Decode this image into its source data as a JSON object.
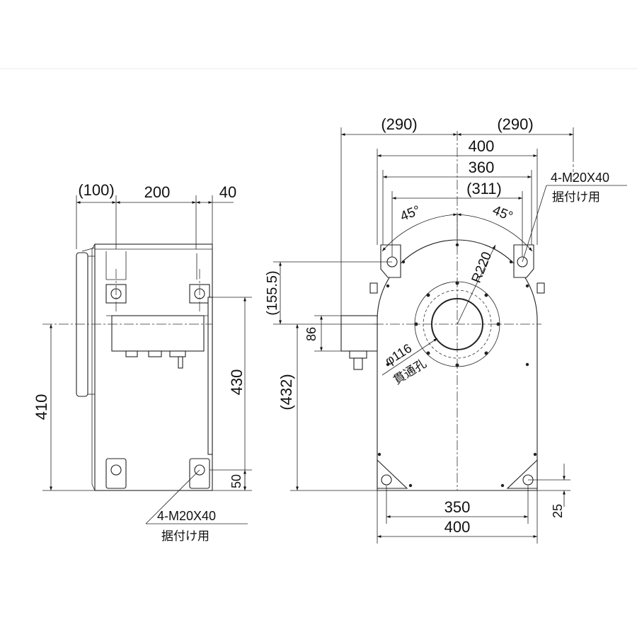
{
  "side_view": {
    "dims": {
      "top_ref": "(100)",
      "top_200": "200",
      "top_40": "40",
      "height_410": "410",
      "height_430": "430",
      "bottom_50": "50"
    },
    "callout": {
      "bolt": "4-M20X40",
      "purpose": "据付け用"
    }
  },
  "front_view": {
    "dims": {
      "top_left_290": "(290)",
      "top_right_290": "(290)",
      "width_400_top": "400",
      "width_360": "360",
      "width_311": "(311)",
      "angle_left": "45°",
      "angle_right": "45°",
      "height_155": "(155.5)",
      "height_86": "86",
      "height_432": "(432)",
      "radius": "R220",
      "bore": "φ116",
      "bore_note": "貫通孔",
      "bottom_350": "350",
      "bottom_400": "400",
      "foot_25": "25"
    },
    "callout": {
      "bolt": "4-M20X40",
      "purpose": "据付け用"
    }
  }
}
